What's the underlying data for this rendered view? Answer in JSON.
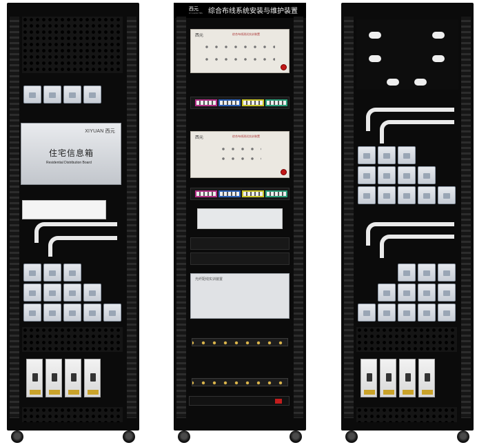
{
  "image_title": "综合布线系统安装与维护装置",
  "left_cabinet": {
    "info_box_brand": "XIYUAN 西元",
    "info_box_title_cn": "住宅信息箱",
    "info_box_title_en": "Residential Distribution Board"
  },
  "middle_cabinet": {
    "top_badge": "西元",
    "top_badge_small": "KYJ-2201 TBS",
    "panel_1_logo": "西元",
    "panel_1_name": "综合布线测试实训装置",
    "panel_2_logo": "西元",
    "panel_2_name": "综合布线测试实训装置",
    "fiber_box_label": "光纤配线实训装置"
  },
  "right_cabinet": {}
}
